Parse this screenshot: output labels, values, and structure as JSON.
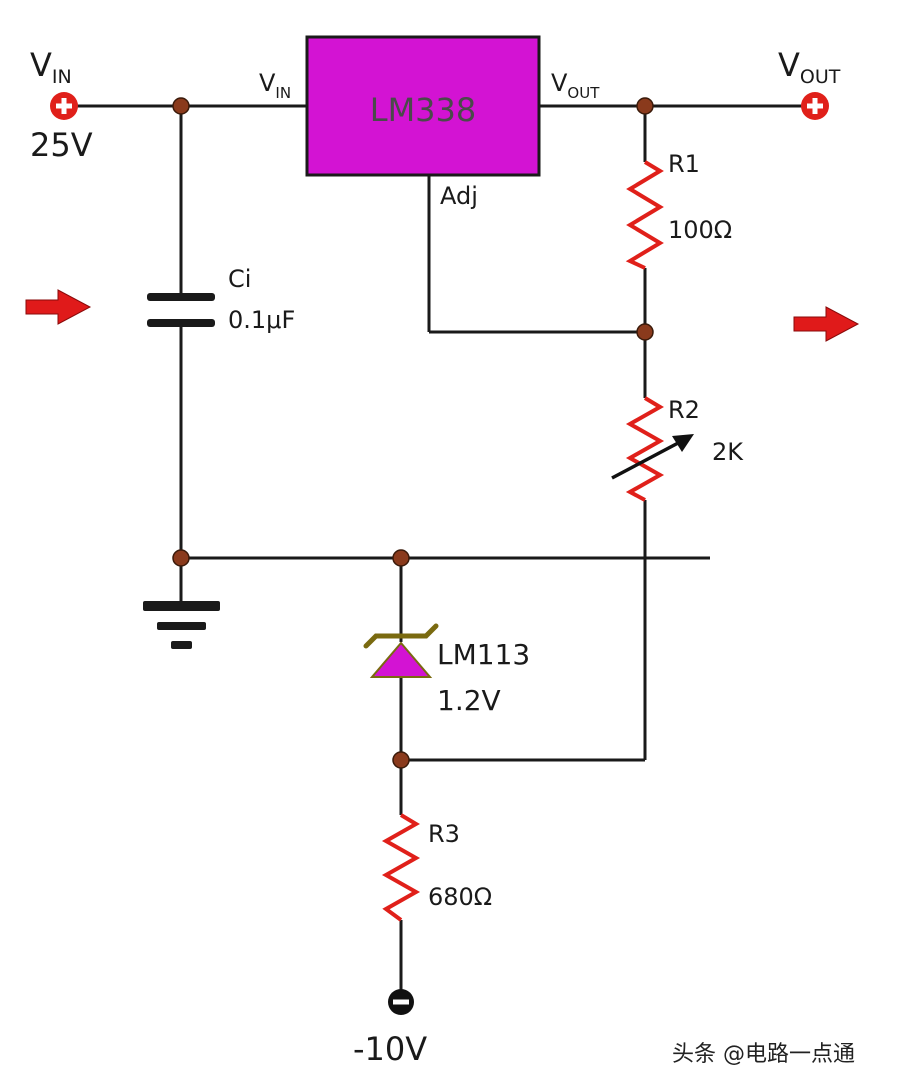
{
  "colors": {
    "ic_fill": "#d313d3",
    "resistor": "#e0201a",
    "arrow": "#e01a1a",
    "terminal_pos": "#e0201a",
    "terminal_neg": "#111111",
    "node": "#8a3a1c",
    "zener_fill": "#d313d3",
    "zener_stroke": "#7a6a10"
  },
  "input": {
    "label_main": "V",
    "label_sub": "IN",
    "voltage": "25V"
  },
  "output": {
    "label_main": "V",
    "label_sub": "OUT"
  },
  "regulator": {
    "name": "LM338",
    "pin_in_main": "V",
    "pin_in_sub": "IN",
    "pin_out_main": "V",
    "pin_out_sub": "OUT",
    "pin_adj": "Adj"
  },
  "capacitor": {
    "name": "Ci",
    "value": "0.1μF"
  },
  "r1": {
    "name": "R1",
    "value": "100Ω"
  },
  "r2": {
    "name": "R2",
    "value": "2K"
  },
  "zener": {
    "name": "LM113",
    "value": "1.2V"
  },
  "r3": {
    "name": "R3",
    "value": "680Ω"
  },
  "negative_supply": {
    "voltage": "-10V"
  },
  "watermark": {
    "text": "头条 @电路一点通"
  },
  "icons": [
    "positive-terminal-icon",
    "negative-terminal-icon",
    "ground-icon",
    "right-arrow-icon"
  ]
}
